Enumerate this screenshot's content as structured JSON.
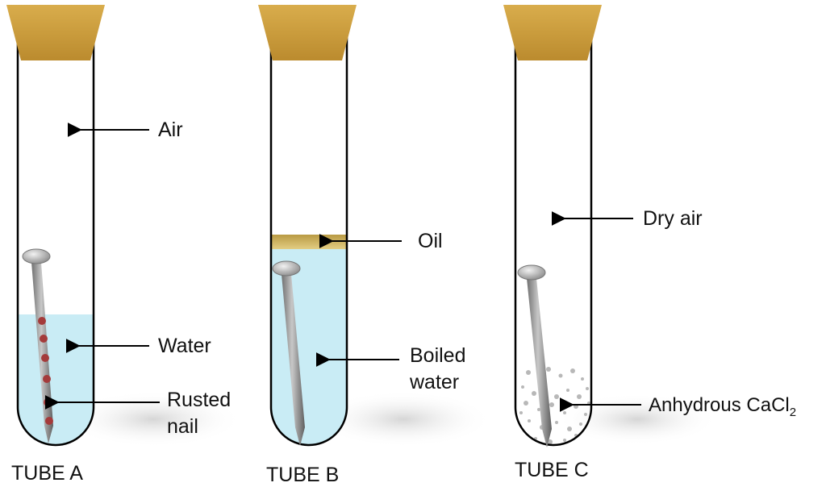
{
  "tubes": [
    {
      "title": "TUBE A",
      "labels": {
        "air": "Air",
        "water": "Water",
        "nail_line1": "Rusted",
        "nail_line2": "nail"
      }
    },
    {
      "title": "TUBE B",
      "labels": {
        "oil": "Oil",
        "water_line1": "Boiled",
        "water_line2": "water"
      }
    },
    {
      "title": "TUBE C",
      "labels": {
        "air": "Dry air",
        "chem_main": "Anhydrous CaCl",
        "chem_sub": "2"
      }
    }
  ],
  "colors": {
    "stopper": "#cd9e3f",
    "water": "#c9ecf5",
    "oil": "#c9ad55",
    "rust": "#a43b3b",
    "nail": "#8c8c8c"
  }
}
